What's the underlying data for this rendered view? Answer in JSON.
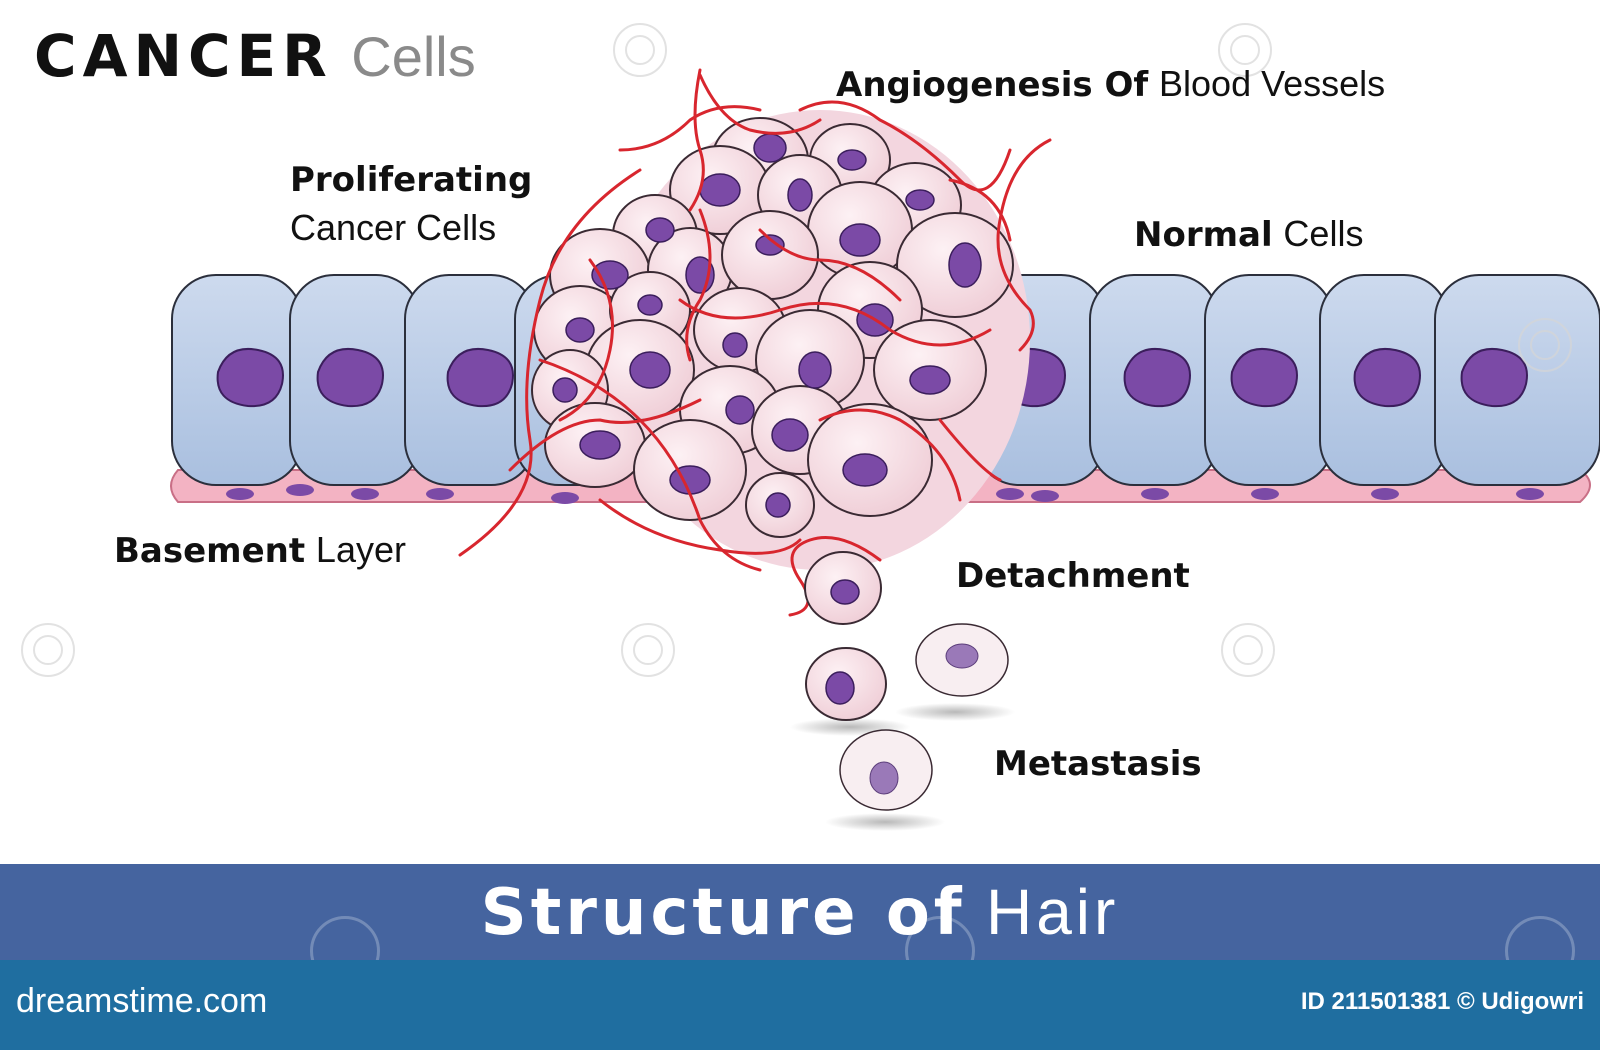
{
  "title": {
    "bold": "CANCER",
    "light": "Cells"
  },
  "labels": {
    "angiogenesis": {
      "bold": "Angiogenesis Of",
      "normal": "Blood Vessels"
    },
    "proliferating": {
      "bold": "Proliferating",
      "normal": "Cancer Cells"
    },
    "normal_cells": {
      "bold": "Normal",
      "normal": "Cells"
    },
    "basement": {
      "bold": "Basement",
      "normal": "Layer"
    },
    "detachment": {
      "bold": "Detachment"
    },
    "metastasis": {
      "bold": "Metastasis"
    }
  },
  "banner": {
    "bold": "Structure of",
    "light": "Hair"
  },
  "footer": {
    "brand": "dreamstime.com",
    "image_id": "ID 211501381 © Udigowri"
  },
  "colors": {
    "normal_cell": "#b3c7e2",
    "normal_cell_stroke": "#2b2f3c",
    "nucleus": "#7b4aa6",
    "cancer_cell": "#f6dde4",
    "basement": "#f3b3c3",
    "vessel": "#d8262e",
    "banner": "#45649f",
    "footer": "#1f6ea0"
  },
  "icons": [
    "dreamstime-watermark-icon"
  ]
}
